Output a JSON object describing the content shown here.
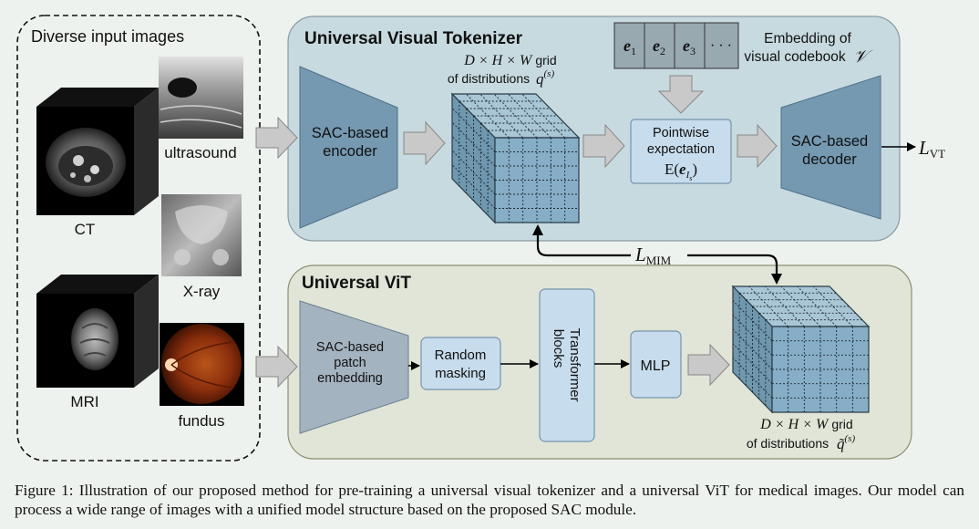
{
  "input_panel": {
    "title": "Diverse input images",
    "ct_label": "CT",
    "mri_label": "MRI",
    "ultrasound_label": "ultrasound",
    "xray_label": "X-ray",
    "fundus_label": "fundus"
  },
  "tokenizer": {
    "title": "Universal Visual Tokenizer",
    "encoder_lines": [
      "SAC-based",
      "encoder"
    ],
    "decoder_lines": [
      "SAC-based",
      "decoder"
    ],
    "grid_caption_math": "D × H × W",
    "grid_caption_word": "grid",
    "grid_caption_line2": "of distributions",
    "grid_symbol": "q",
    "grid_symbol_sup": "(s)",
    "codebook_cells": [
      "e",
      "e",
      "e",
      "· · ·"
    ],
    "codebook_subscripts": [
      "1",
      "2",
      "3",
      ""
    ],
    "codebook_label_line1": "Embedding of",
    "codebook_label_line2": "visual codebook",
    "codebook_symbol": "𝒱",
    "pointwise_line1": "Pointwise",
    "pointwise_line2": "expectation",
    "pointwise_expr": "E",
    "pointwise_e": "e",
    "pointwise_sub": "I",
    "pointwise_subsub": "s",
    "loss_symbol": "L",
    "loss_sub": "VT"
  },
  "mim_loss": {
    "symbol": "L",
    "sub": "MIM"
  },
  "vit": {
    "title": "Universal ViT",
    "patch_lines": [
      "SAC-based",
      "patch",
      "embedding"
    ],
    "masking_lines": [
      "Random",
      "masking"
    ],
    "transformer_lines": [
      "Transformer",
      "blocks"
    ],
    "mlp_label": "MLP",
    "grid_caption_math": "D × H × W",
    "grid_caption_word": "grid",
    "grid_caption_line2": "of distributions",
    "grid_symbol": "q̃",
    "grid_symbol_sup": "(s)"
  },
  "caption": "Figure 1: Illustration of our proposed method for pre-training a universal visual tokenizer and a universal ViT for medical images. Our model can process a wide range of images with a unified model structure based on the proposed SAC module.",
  "colors": {
    "background": "#eef2ee",
    "tokenizer_panel": "#c7dae0",
    "vit_panel": "#e0e5d7",
    "module_fill": "#7599b1",
    "box_fill": "#c7dcec",
    "cube_face": "#86aec6",
    "arrow_fill": "#c9c9c9"
  }
}
